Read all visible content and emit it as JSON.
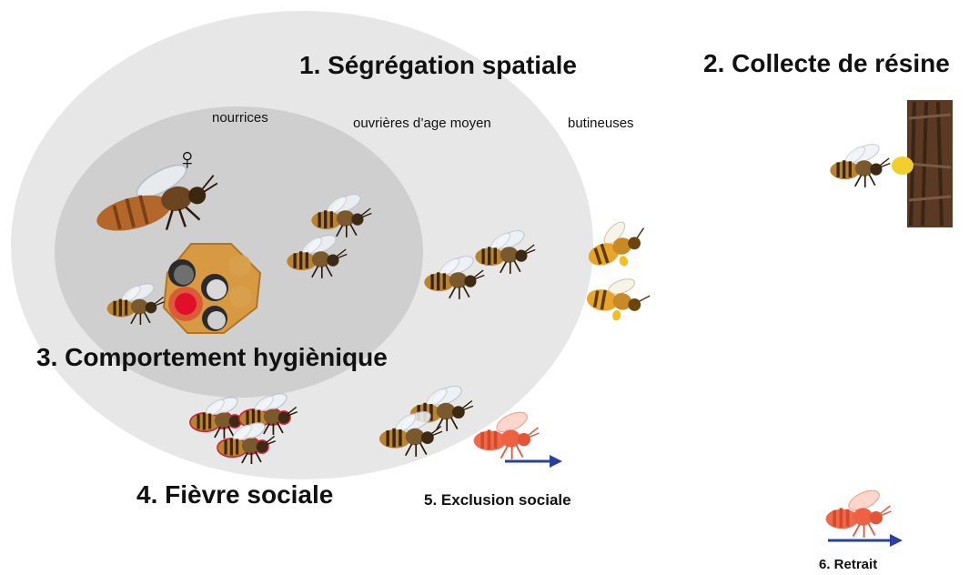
{
  "titles": {
    "segregation": "1. Ségrégation spatiale",
    "resine": "2. Collecte de résine",
    "hygienique": "3. Comportement hygiènique",
    "fievre": "4. Fièvre sociale",
    "exclusion": "5. Exclusion sociale",
    "retrait": "6. Retrait"
  },
  "castes": {
    "nourrices": "nourrices",
    "ouvrieres": "ouvrières d’age moyen",
    "butineuses": "butineuses"
  },
  "queen_symbol": "♀",
  "colors": {
    "outer_zone": "#e7e7e7",
    "inner_zone": "#cfcfcf",
    "arrow": "#2b3f9e",
    "sick_bee": "#f06a4a",
    "fever_outline": "#d0203a",
    "infected_cell": "#e0102a"
  }
}
